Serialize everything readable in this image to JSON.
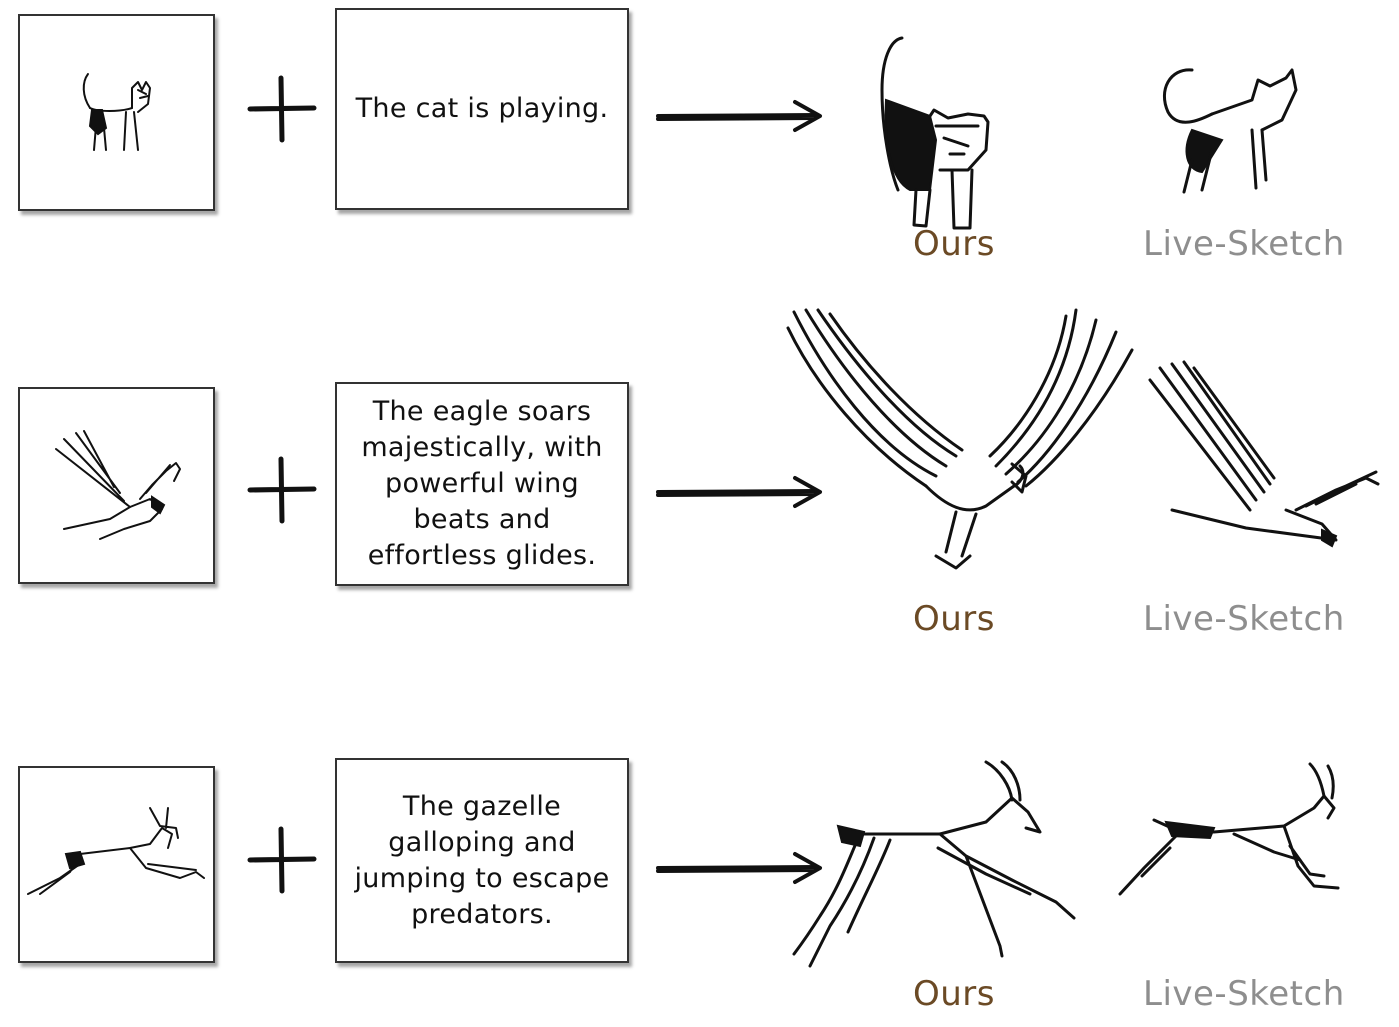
{
  "rows": [
    {
      "prompt": "The cat is playing.",
      "ours_label": "Ours",
      "baseline_label": "Live-Sketch",
      "subject": "cat"
    },
    {
      "prompt": "The eagle soars majestically, with powerful wing beats and effortless glides.",
      "ours_label": "Ours",
      "baseline_label": "Live-Sketch",
      "subject": "eagle"
    },
    {
      "prompt": "The gazelle galloping and jumping to escape predators.",
      "ours_label": "Ours",
      "baseline_label": "Live-Sketch",
      "subject": "gazelle"
    }
  ],
  "icons": {
    "plus": "plus-icon",
    "arrow": "arrow-right-icon"
  },
  "colors": {
    "ours": "#6b4a25",
    "baseline": "#8e8e8e",
    "ink": "#111111"
  }
}
